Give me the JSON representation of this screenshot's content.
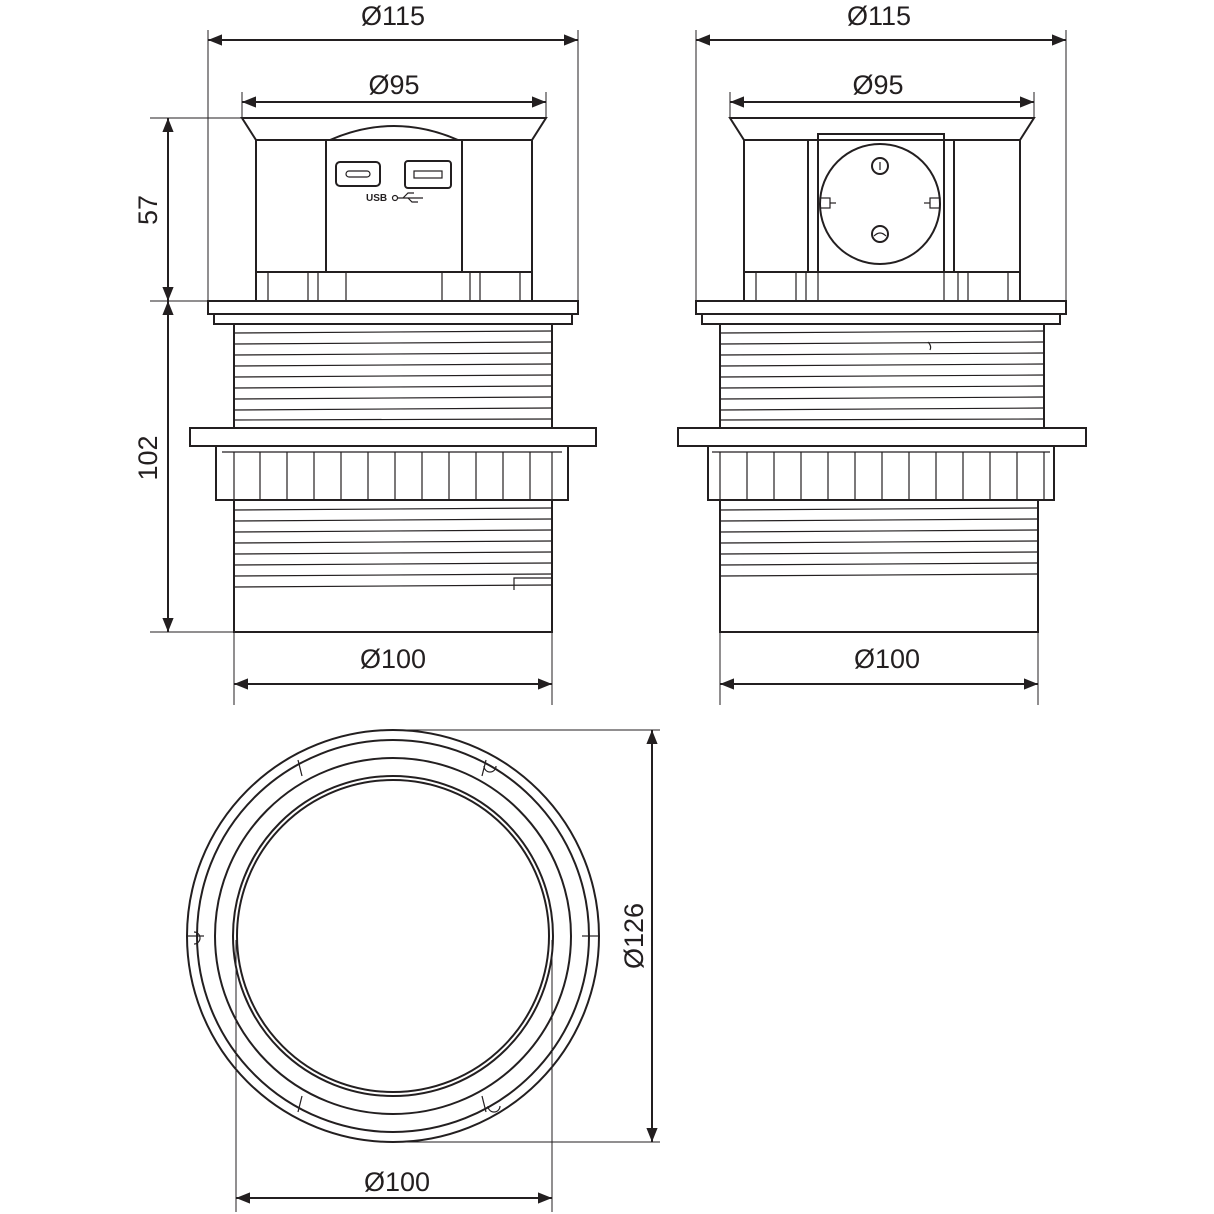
{
  "drawing": {
    "views": {
      "usb_front": {
        "top_diameter": "Ø115",
        "cap_diameter": "Ø95",
        "body_diameter": "Ø100",
        "pop_height": "57",
        "body_height": "102",
        "usb_label": "USB"
      },
      "socket_front": {
        "top_diameter": "Ø115",
        "cap_diameter": "Ø95",
        "body_diameter": "Ø100"
      },
      "top_view": {
        "outer_diameter": "Ø126",
        "inner_diameter": "Ø100"
      }
    },
    "colors": {
      "line": "#231f20",
      "background": "#ffffff"
    }
  }
}
